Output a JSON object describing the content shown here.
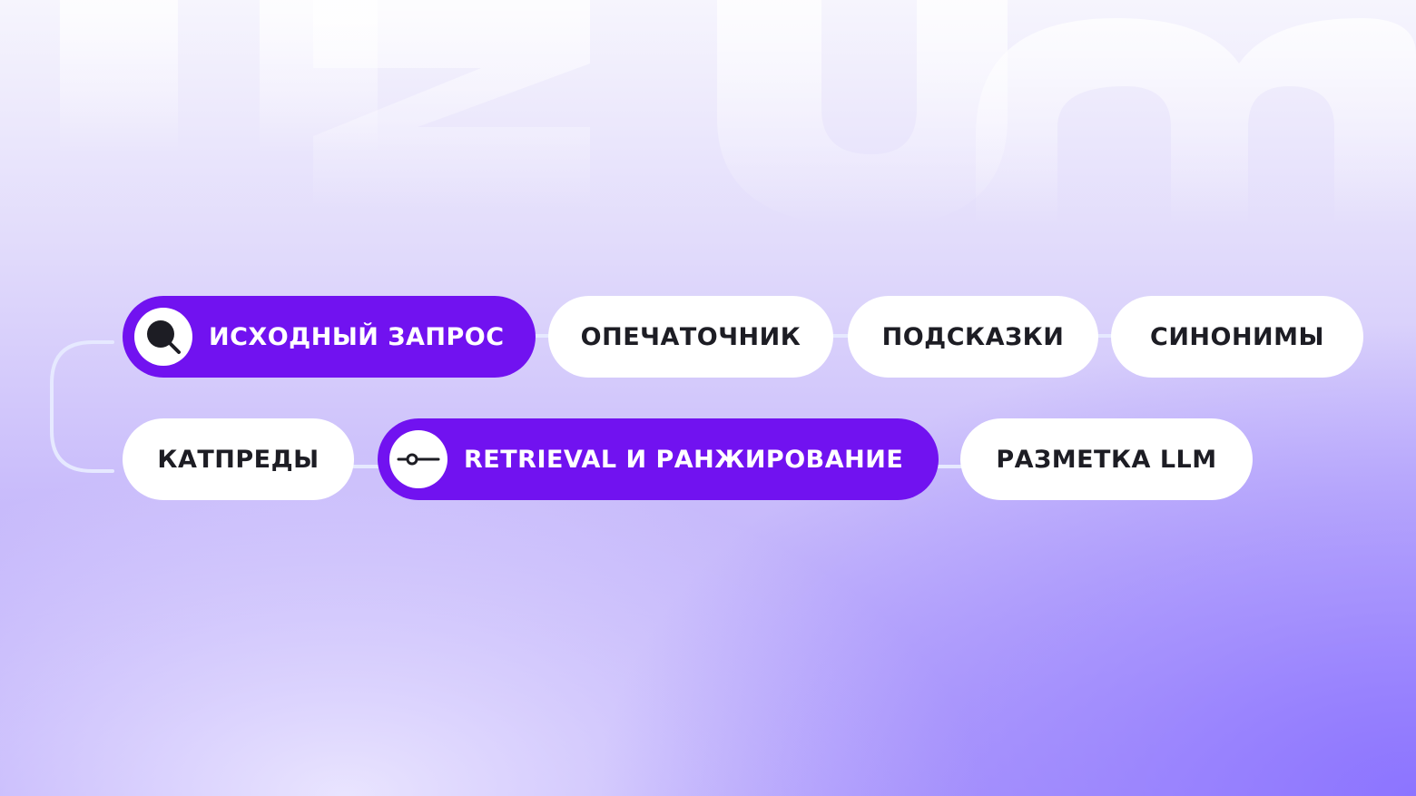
{
  "watermark": "uzum",
  "nodes": [
    {
      "label": "ИСХОДНЫЙ ЗАПРОС",
      "active": true,
      "icon": "search-icon"
    },
    {
      "label": "ОПЕЧАТОЧНИК",
      "active": false
    },
    {
      "label": "ПОДСКАЗКИ",
      "active": false
    },
    {
      "label": "СИНОНИМЫ",
      "active": false
    },
    {
      "label": "КАТПРЕДЫ",
      "active": false
    },
    {
      "label": "RETRIEVAL И РАНЖИРОВАНИЕ",
      "active": true,
      "icon": "commit-node-icon"
    },
    {
      "label": "РАЗМЕТКА LLM",
      "active": false
    }
  ],
  "colors": {
    "accent": "#7112f0",
    "pill": "#ffffff",
    "text": "#1d1d24",
    "connector": "#e6e9ff"
  }
}
